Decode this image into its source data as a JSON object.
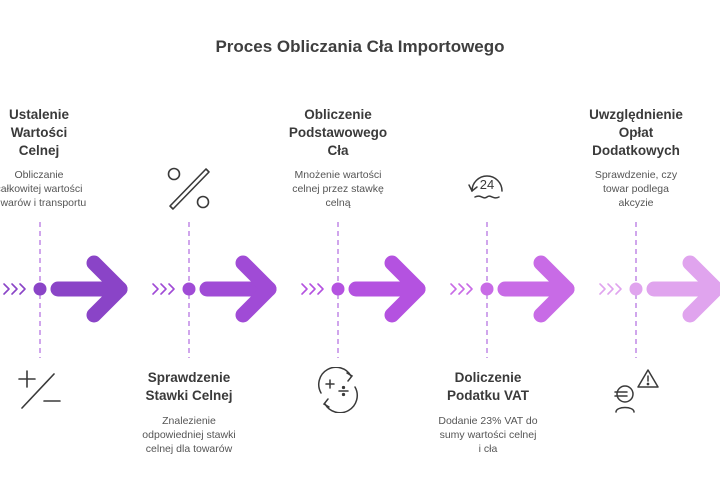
{
  "title": "Proces Obliczania Cła Importowego",
  "stages": [
    {
      "id": "ustalenie",
      "title_lines": [
        "Ustalenie",
        "Wartości",
        "Celnej"
      ],
      "desc_lines": [
        "Obliczanie",
        "całkowitej wartości",
        "towarów i transportu"
      ],
      "position": "top",
      "icon": "plus-minus-icon",
      "color": "#8a44c7"
    },
    {
      "id": "sprawdzenie",
      "title_lines": [
        "Sprawdzenie",
        "Stawki Celnej"
      ],
      "desc_lines": [
        "Znalezienie",
        "odpowiedniej stawki",
        "celnej dla towarów"
      ],
      "position": "bottom",
      "icon": "percent-icon",
      "color": "#a04bd6"
    },
    {
      "id": "obliczenie",
      "title_lines": [
        "Obliczenie",
        "Podstawowego",
        "Cła"
      ],
      "desc_lines": [
        "Mnożenie wartości",
        "celnej przez stawkę",
        "celną"
      ],
      "position": "top",
      "icon": "calculation-cycle-icon",
      "color": "#b452e0"
    },
    {
      "id": "vat",
      "title_lines": [
        "Doliczenie",
        "Podatku VAT"
      ],
      "desc_lines": [
        "Dodanie 23% VAT do",
        "sumy wartości celnej",
        "i cła"
      ],
      "position": "bottom",
      "icon": "24-hour-icon",
      "color": "#c86be6"
    },
    {
      "id": "oplaty",
      "title_lines": [
        "Uwzględnienie",
        "Opłat",
        "Dodatkowych"
      ],
      "desc_lines": [
        "Sprawdzenie, czy",
        "towar podlega",
        "akcyzie"
      ],
      "position": "top",
      "icon": "euro-warning-icon",
      "color": "#e0a4ee"
    }
  ],
  "colors": {
    "dashed_line": "#b06be0",
    "text_title": "#3f3f3f"
  }
}
